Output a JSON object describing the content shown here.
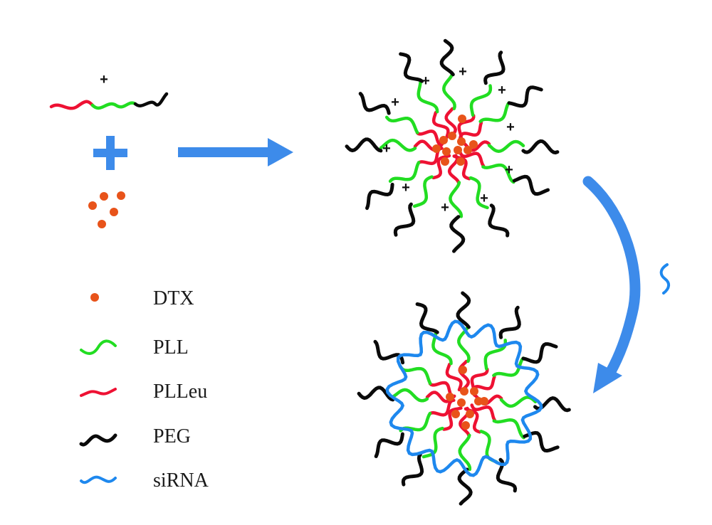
{
  "colors": {
    "peg": "#0a0a0a",
    "pll": "#22dd22",
    "plleu": "#ee1133",
    "sirna": "#1e88ee",
    "dtx": "#e8531a",
    "arrow": "#3d8bea"
  },
  "legend": [
    {
      "key": "dtx",
      "label": "DTX"
    },
    {
      "key": "pll",
      "label": "PLL"
    },
    {
      "key": "plleu",
      "label": "PLLeu"
    },
    {
      "key": "peg",
      "label": "PEG"
    },
    {
      "key": "sirna",
      "label": "siRNA"
    }
  ],
  "charge_symbol": "+",
  "operator_symbol": "+"
}
